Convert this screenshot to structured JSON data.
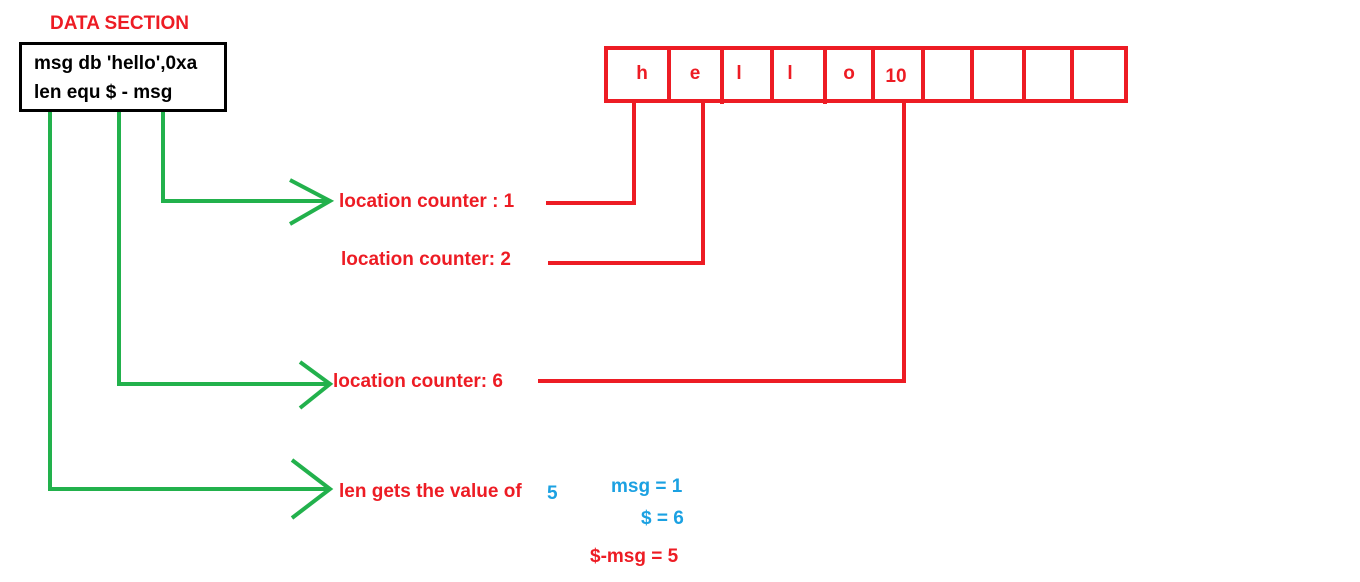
{
  "section_title": "DATA SECTION",
  "code": {
    "line1": "msg db 'hello',0xa",
    "line2": "len equ $ - msg"
  },
  "memory_cells": [
    "h",
    "e",
    "l",
    "l",
    "o",
    "10",
    "",
    "",
    "",
    ""
  ],
  "labels": {
    "lc1": "location counter : 1",
    "lc2": "location counter: 2",
    "lc6": "location counter: 6",
    "len_value": "len gets the value of",
    "len_number": "5"
  },
  "calc": {
    "msg": "msg = 1",
    "dollar": "$ = 6",
    "result": "$-msg = 5"
  },
  "colors": {
    "red": "#ed1c24",
    "green": "#22b14c",
    "blue": "#1ba1e2",
    "black": "#000000"
  }
}
